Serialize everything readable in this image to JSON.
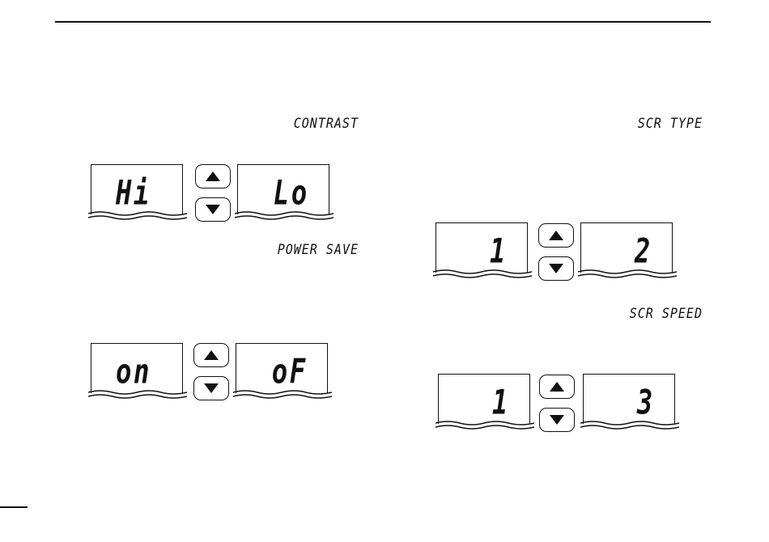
{
  "settings": [
    {
      "label": "CONTRAST",
      "values": [
        "Hi",
        "Lo"
      ]
    },
    {
      "label": "POWER SAVE",
      "values": [
        "on",
        "oF"
      ]
    },
    {
      "label": "SCR TYPE",
      "values": [
        "1",
        "2"
      ]
    },
    {
      "label": "SCR SPEED",
      "values": [
        "1",
        "3"
      ]
    }
  ],
  "icons": {
    "up": "up-arrow-key-icon",
    "down": "down-arrow-key-icon"
  }
}
